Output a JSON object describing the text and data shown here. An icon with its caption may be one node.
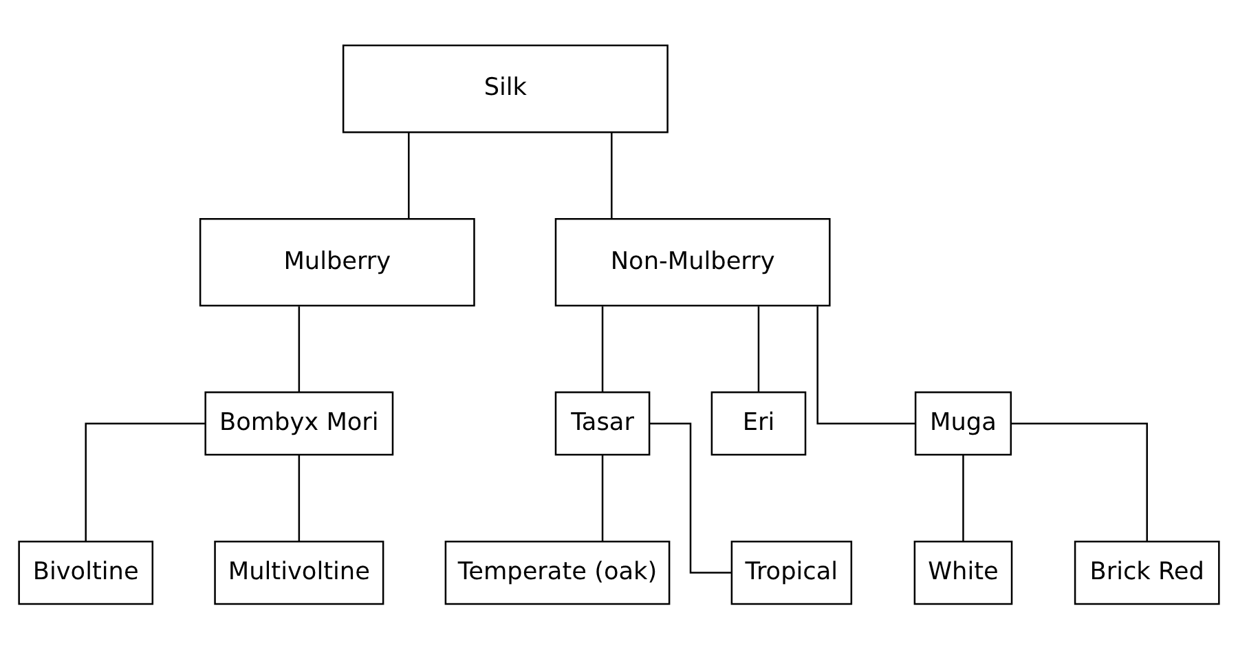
{
  "diagram": {
    "nodes": [
      {
        "text": [
          "Silk"
        ]
      },
      {
        "text": [
          "Mulberry"
        ]
      },
      {
        "text": [
          "Non-Mulberry"
        ]
      },
      {
        "text": [
          "Bombyx Mori"
        ]
      },
      {
        "text": [
          "Tasar"
        ]
      },
      {
        "text": [
          "Eri"
        ]
      },
      {
        "text": [
          "Muga"
        ]
      },
      {
        "text": [
          "Bivoltine"
        ]
      },
      {
        "text": [
          "Multivoltine"
        ]
      },
      {
        "text": [
          "Temperate (oak)"
        ]
      },
      {
        "text": [
          "Tropical"
        ]
      },
      {
        "text": [
          "White"
        ]
      },
      {
        "text": [
          "Brick Red"
        ]
      }
    ],
    "edges": [
      {
        "from": 0,
        "to": 1,
        "arrow": "none"
      },
      {
        "from": 0,
        "to": 2,
        "arrow": "none"
      },
      {
        "from": 1,
        "to": 3,
        "arrow": "none"
      },
      {
        "from": 2,
        "to": 4,
        "arrow": "none"
      },
      {
        "from": 2,
        "to": 5,
        "arrow": "none"
      },
      {
        "from": 2,
        "to": 6,
        "arrow": "none"
      },
      {
        "from": 3,
        "to": 7,
        "arrow": "none"
      },
      {
        "from": 3,
        "to": 8,
        "arrow": "none"
      },
      {
        "from": 4,
        "to": 9,
        "arrow": "none"
      },
      {
        "from": 4,
        "to": 10,
        "arrow": "none"
      },
      {
        "from": 6,
        "to": 11,
        "arrow": "none"
      },
      {
        "from": 6,
        "to": 12,
        "arrow": "none"
      }
    ]
  }
}
